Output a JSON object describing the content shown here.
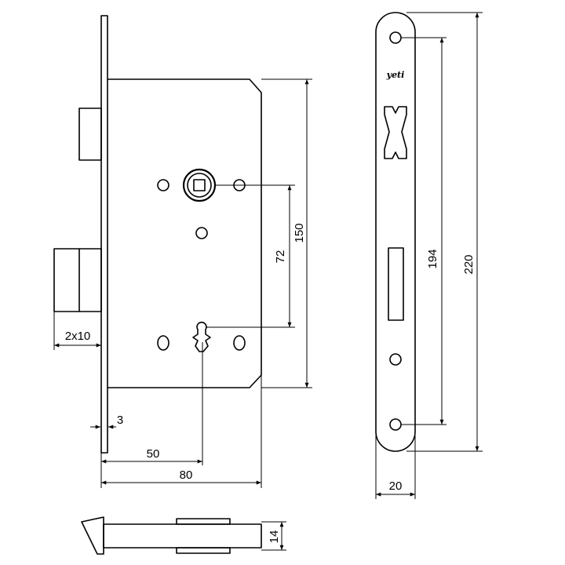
{
  "drawing": {
    "brand_logo": "yeti",
    "dimensions": {
      "backset_label": "50",
      "body_depth_label": "80",
      "faceplate_thickness_label": "3",
      "latch_projection_label": "2x10",
      "centers_label": "72",
      "body_height_label": "150",
      "fixing_centers_label": "194",
      "faceplate_height_label": "220",
      "faceplate_width_label": "20",
      "latch_thickness_label": "14"
    }
  }
}
